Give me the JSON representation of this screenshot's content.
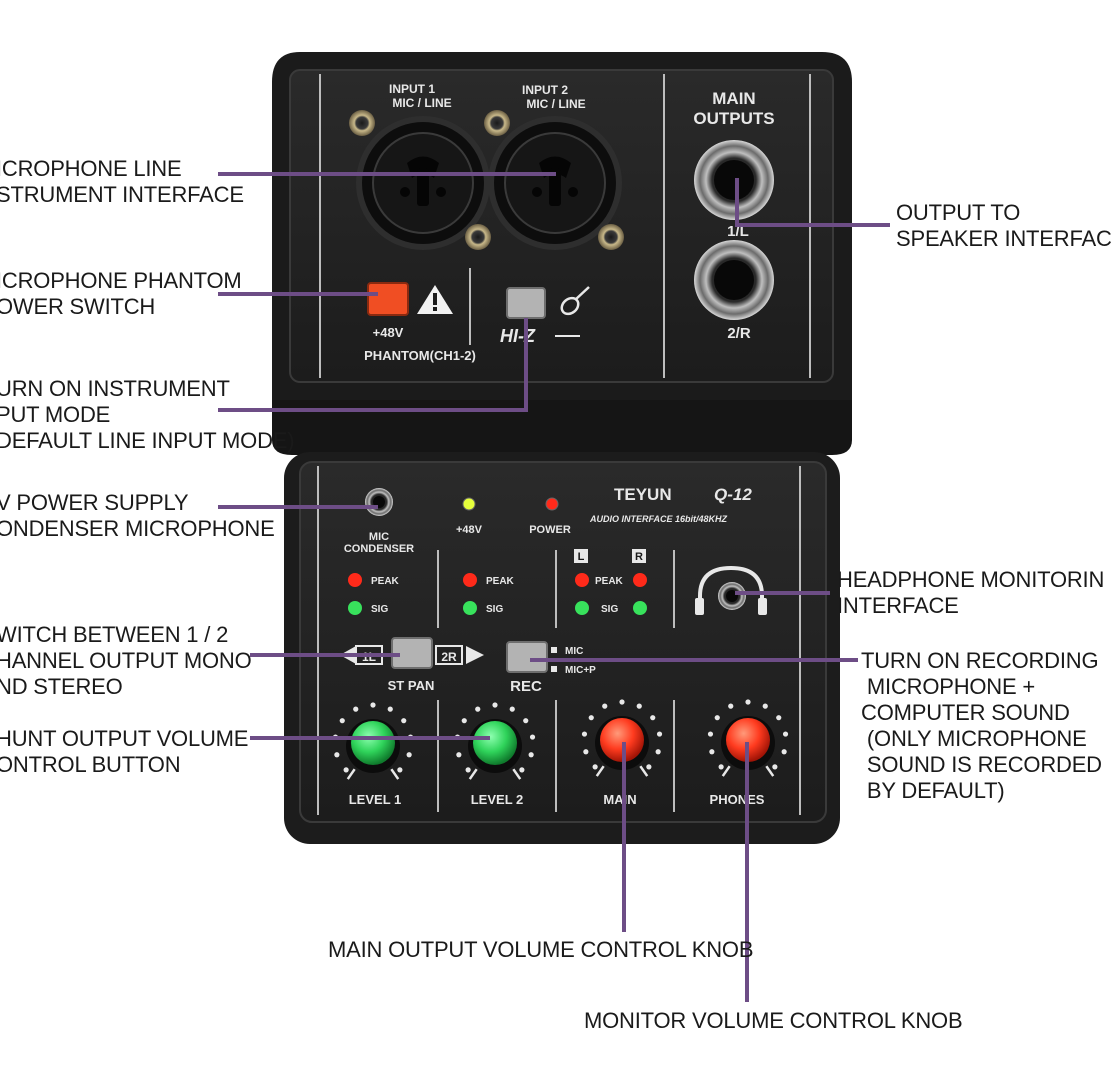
{
  "device": {
    "brand": "TEYUN",
    "model": "Q-12",
    "subtitle": "AUDIO INTERFACE 16bit/48KHZ",
    "input1_label": [
      "INPUT 1",
      "MIC / LINE"
    ],
    "input2_label": [
      "INPUT 2",
      "MIC / LINE"
    ],
    "main_outputs_label": [
      "MAIN",
      "OUTPUTS"
    ],
    "out_1l": "1/L",
    "out_2r": "2/R",
    "phantom_v": "+48V",
    "phantom_ch": "PHANTOM(CH1-2)",
    "hiz": "HI-Z",
    "mic_condenser": [
      "MIC",
      "CONDENSER"
    ],
    "led_48v": "+48V",
    "led_power": "POWER",
    "peak": "PEAK",
    "sig": "SIG",
    "meter_l": "L",
    "meter_r": "R",
    "pan_1l": "1L",
    "pan_2r": "2R",
    "st_pan": "ST PAN",
    "rec": "REC",
    "rec_mic": "MIC",
    "rec_micp": "MIC+P",
    "level1": "LEVEL 1",
    "level2": "LEVEL 2",
    "main": "MAIN",
    "phones": "PHONES",
    "colors": {
      "panel": "#2b2b2b",
      "knob_green": "#2fd35a",
      "knob_red": "#ff3b1f",
      "callout_line": "#6d4d86",
      "phantom_button": "#f04e23"
    }
  },
  "callouts": {
    "mic_line": "ICROPHONE LINE\nSTRUMENT INTERFACE",
    "phantom": "ICROPHONE PHANTOM\nOWER SWITCH",
    "instrument": "URN ON INSTRUMENT\nPUT MODE\nDEFAULT LINE INPUT MODE)",
    "power_supply": "V POWER SUPPLY\nONDENSER MICROPHONE",
    "switch_mono": "WITCH BETWEEN 1 / 2\nHANNEL OUTPUT MONO\nND STEREO",
    "shunt": "HUNT OUTPUT VOLUME\nONTROL BUTTON",
    "output_speaker": "OUTPUT TO\nSPEAKER INTERFAC",
    "headphone": "HEADPHONE MONITORIN\nINTERFACE",
    "recording": "TURN ON RECORDING\n MICROPHONE +\nCOMPUTER SOUND\n (ONLY MICROPHONE\n SOUND IS RECORDED\n BY DEFAULT)",
    "main_knob": "MAIN OUTPUT VOLUME CONTROL KNOB",
    "monitor_knob": "MONITOR VOLUME CONTROL KNOB"
  }
}
